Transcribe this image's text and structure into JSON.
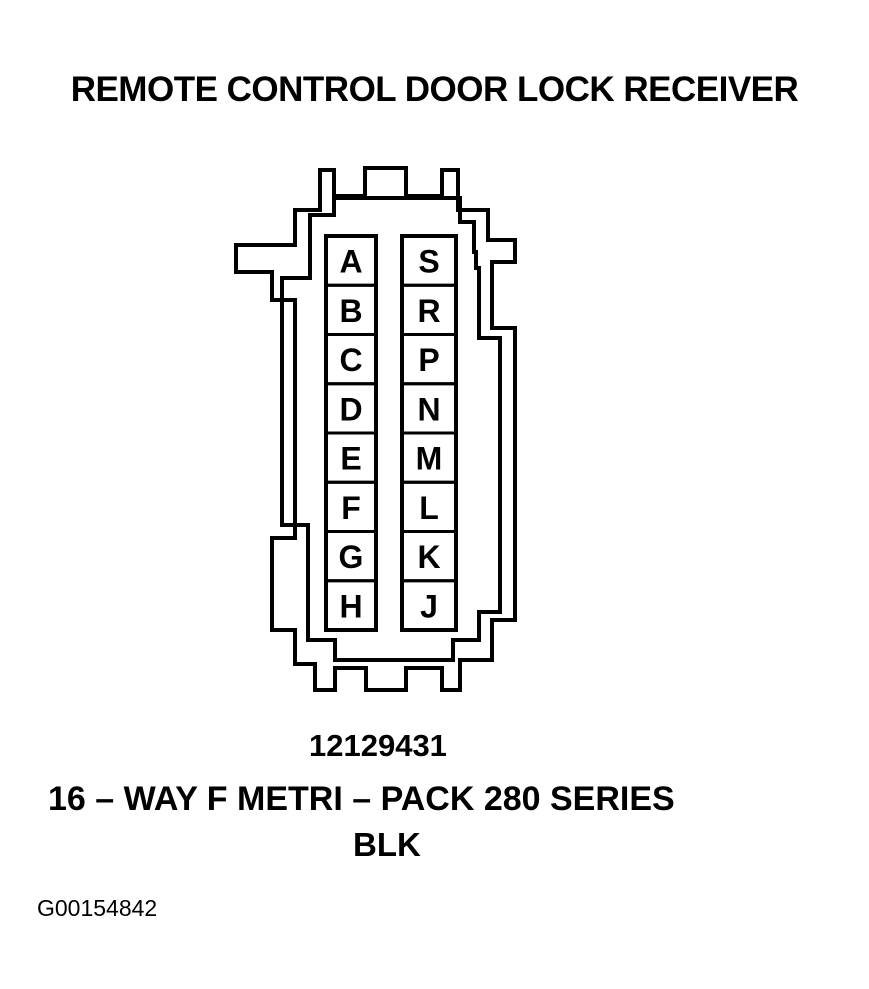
{
  "title": "REMOTE CONTROL DOOR LOCK RECEIVER",
  "connector": {
    "left_column_pins": [
      "A",
      "B",
      "C",
      "D",
      "E",
      "F",
      "G",
      "H"
    ],
    "right_column_pins": [
      "S",
      "R",
      "P",
      "N",
      "M",
      "L",
      "K",
      "J"
    ]
  },
  "part_number": "12129431",
  "description": "16 – WAY F METRI – PACK 280 SERIES",
  "color": "BLK",
  "figure_id": "G00154842"
}
